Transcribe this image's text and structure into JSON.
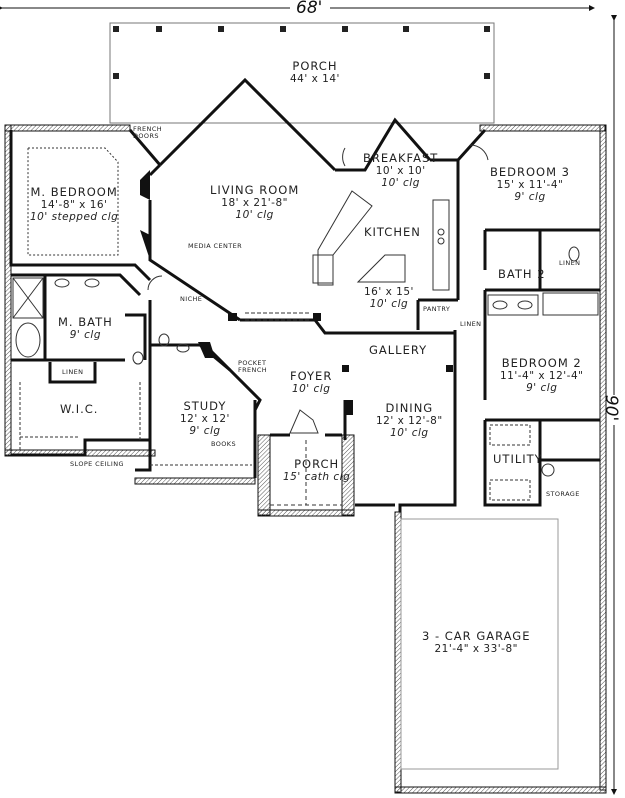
{
  "plan": {
    "overall_width": "68'",
    "overall_depth": "90'",
    "rooms": [
      {
        "id": "porch-rear",
        "name": "PORCH",
        "dims": "44' x 14'",
        "ceiling": ""
      },
      {
        "id": "m-bedroom",
        "name": "M. BEDROOM",
        "dims": "14'-8\" x 16'",
        "ceiling": "10' stepped clg"
      },
      {
        "id": "living-room",
        "name": "LIVING ROOM",
        "dims": "18' x 21'-8\"",
        "ceiling": "10' clg"
      },
      {
        "id": "breakfast",
        "name": "BREAKFAST",
        "dims": "10' x 10'",
        "ceiling": "10' clg"
      },
      {
        "id": "kitchen",
        "name": "KITCHEN",
        "dims": "16' x 15'",
        "ceiling": "10' clg"
      },
      {
        "id": "bedroom-3",
        "name": "BEDROOM 3",
        "dims": "15' x 11'-4\"",
        "ceiling": "9' clg"
      },
      {
        "id": "bath-2",
        "name": "BATH 2",
        "dims": "",
        "ceiling": ""
      },
      {
        "id": "m-bath",
        "name": "M. BATH",
        "dims": "",
        "ceiling": "9' clg"
      },
      {
        "id": "wic",
        "name": "W.I.C.",
        "dims": "",
        "ceiling": ""
      },
      {
        "id": "study",
        "name": "STUDY",
        "dims": "12' x 12'",
        "ceiling": "9' clg"
      },
      {
        "id": "foyer",
        "name": "FOYER",
        "dims": "",
        "ceiling": "10' clg"
      },
      {
        "id": "gallery",
        "name": "GALLERY",
        "dims": "",
        "ceiling": ""
      },
      {
        "id": "dining",
        "name": "DINING",
        "dims": "12' x 12'-8\"",
        "ceiling": "10' clg"
      },
      {
        "id": "porch-front",
        "name": "PORCH",
        "dims": "",
        "ceiling": "15' cath clg"
      },
      {
        "id": "bedroom-2",
        "name": "BEDROOM 2",
        "dims": "11'-4\" x 12'-4\"",
        "ceiling": "9' clg"
      },
      {
        "id": "utility",
        "name": "UTILITY",
        "dims": "",
        "ceiling": ""
      },
      {
        "id": "garage",
        "name": "3 - CAR GARAGE",
        "dims": "21'-4\" x 33'-8\"",
        "ceiling": ""
      }
    ],
    "notes": {
      "french_doors": "FRENCH DOORS",
      "media_center": "MEDIA CENTER",
      "niche": "NICHE",
      "pocket_french": "POCKET FRENCH",
      "pantry": "PANTRY",
      "linen_kitchen": "LINEN",
      "linen_bath2": "LINEN",
      "linen_mbath": "LINEN",
      "books": "BOOKS",
      "slope_ceiling": "SLOPE CEILING",
      "storage": "STORAGE"
    }
  }
}
